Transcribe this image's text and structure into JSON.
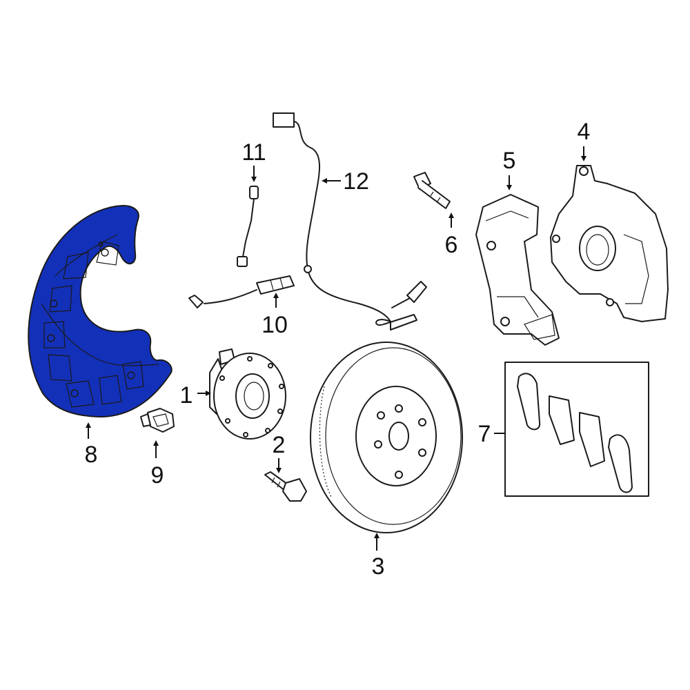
{
  "highlight_color": "#1330b8",
  "highlight_outline": "#1a1a1a",
  "callouts": [
    {
      "id": "c1",
      "text": "1"
    },
    {
      "id": "c2",
      "text": "2"
    },
    {
      "id": "c3",
      "text": "3"
    },
    {
      "id": "c4",
      "text": "4"
    },
    {
      "id": "c5",
      "text": "5"
    },
    {
      "id": "c6",
      "text": "6"
    },
    {
      "id": "c7",
      "text": "7"
    },
    {
      "id": "c8",
      "text": "8"
    },
    {
      "id": "c9",
      "text": "9"
    },
    {
      "id": "c10",
      "text": "10"
    },
    {
      "id": "c11",
      "text": "11"
    },
    {
      "id": "c12",
      "text": "12"
    }
  ]
}
